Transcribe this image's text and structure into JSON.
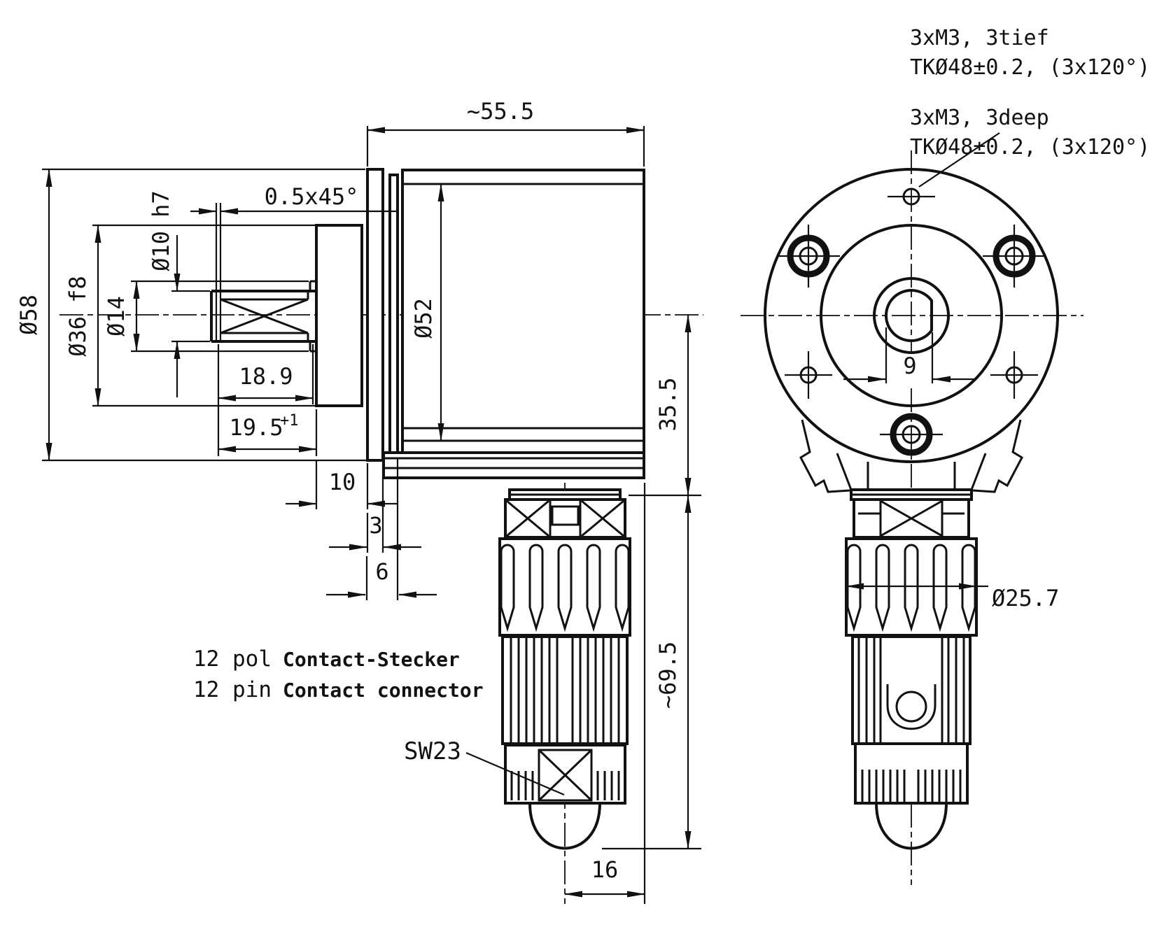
{
  "drawing_type": "technical-dimension-drawing",
  "side": {
    "d_overall": "~55.5",
    "d_chamfer": "0.5x45°",
    "d58": "Ø58",
    "d36": "Ø36 f8",
    "d14": "Ø14",
    "d10": "Ø10 h7",
    "d52": "Ø52",
    "d189": "18.9",
    "d195": "19.5",
    "d195sup": "+1",
    "d10b": "10",
    "d3": "3",
    "d6": "6",
    "d355": "35.5",
    "d695": "~69.5",
    "d16": "16"
  },
  "front": {
    "d9": "9",
    "d257": "Ø25.7"
  },
  "notes": {
    "m3_de1": "3xM3, 3tief",
    "m3_de2": "TKØ48±0.2, (3x120°)",
    "m3_en1": "3xM3, 3deep",
    "m3_en2": "TKØ48±0.2, (3x120°)",
    "conn_de_qty": "12 pol",
    "conn_de_name": "Contact-Stecker",
    "conn_en_qty": "12 pin",
    "conn_en_name": "Contact connector",
    "sw": "SW23"
  }
}
